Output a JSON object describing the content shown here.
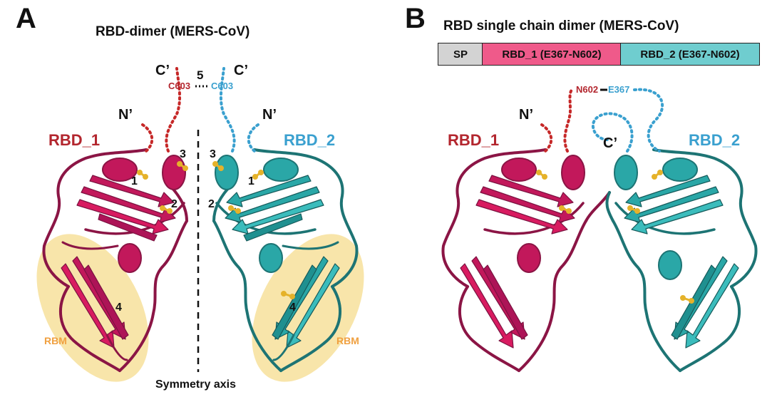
{
  "panelA": {
    "letter": "A",
    "title": "RBD-dimer (MERS-CoV)",
    "c_term_left": "C’",
    "c_term_right": "C’",
    "n_term": "N’",
    "disulfide_number": "5",
    "c603_left": "C603",
    "c603_right": "C603",
    "rbd1_label": "RBD_1",
    "rbd2_label": "RBD_2",
    "site_1_left": "1",
    "site_2_left": "2",
    "site_3_left": "3",
    "site_4_left": "4",
    "site_1_right": "1",
    "site_2_right": "2",
    "site_3_right": "3",
    "site_4_right": "4",
    "rbm_left": "RBM",
    "rbm_right": "RBM",
    "axis_label": "Symmetry axis"
  },
  "panelB": {
    "letter": "B",
    "title": "RBD single chain dimer (MERS-CoV)",
    "construct": [
      {
        "label": "SP",
        "color": "#d3d3d3"
      },
      {
        "label": "RBD_1 (E367-N602)",
        "color": "#ef5a8a"
      },
      {
        "label": "RBD_2 (E367-N602)",
        "color": "#6fcdcf"
      }
    ],
    "linker_left": "N602",
    "linker_right": "E367",
    "n_term": "N’",
    "c_term": "C’",
    "rbd1_label": "RBD_1",
    "rbd2_label": "RBD_2"
  },
  "colors": {
    "rbd1_ribbon": "#c2185b",
    "rbd1_dark": "#8b1545",
    "rbd2_ribbon": "#2aa7a7",
    "rbd2_dark": "#1d7474",
    "rbd1_text": "#b3262e",
    "rbd2_text": "#3aa0cf",
    "rbm_highlight": "#f6dc8e",
    "rbm_text": "#f0a040",
    "disulfide": "#e5b22a"
  }
}
